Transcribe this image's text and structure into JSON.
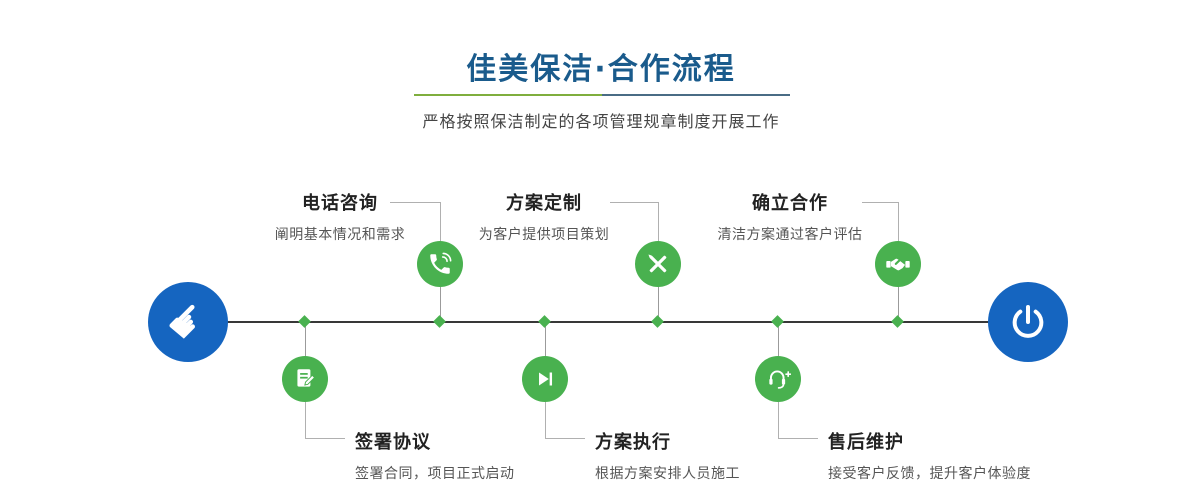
{
  "header": {
    "title": "佳美保洁·合作流程",
    "subtitle": "严格按照保洁制定的各项管理规章制度开展工作"
  },
  "flow": {
    "start_icon": "pointer-hand-icon",
    "end_icon": "power-icon",
    "steps_top": [
      {
        "title": "电话咨询",
        "desc": "阐明基本情况和需求",
        "icon": "phone-icon"
      },
      {
        "title": "方案定制",
        "desc": "为客户提供项目策划",
        "icon": "design-tools-icon"
      },
      {
        "title": "确立合作",
        "desc": "清洁方案通过客户评估",
        "icon": "handshake-icon"
      }
    ],
    "steps_bottom": [
      {
        "title": "签署协议",
        "desc": "签署合同，项目正式启动",
        "icon": "document-sign-icon"
      },
      {
        "title": "方案执行",
        "desc": "根据方案安排人员施工",
        "icon": "play-icon"
      },
      {
        "title": "售后维护",
        "desc": "接受客户反馈，提升客户体验度",
        "icon": "headset-icon"
      }
    ]
  },
  "colors": {
    "accent_green": "#49b14f",
    "accent_blue": "#1565c0",
    "title_blue": "#1a5b8c",
    "line_dark": "#383838",
    "divider_green": "#7fae3e",
    "divider_blue": "#4a6c85"
  }
}
